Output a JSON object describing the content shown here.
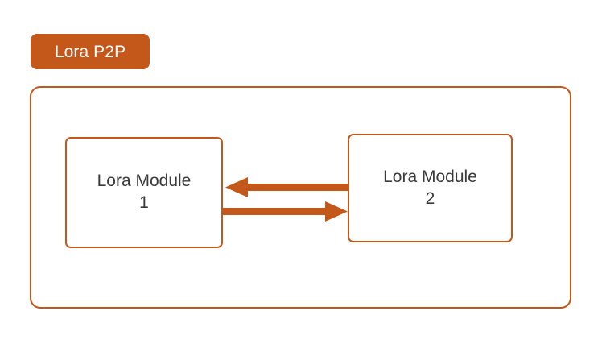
{
  "diagram": {
    "title": "Lora P2P",
    "type": "network-topology",
    "background_color": "#ffffff",
    "accent_color": "#c4571a",
    "text_color": "#3a3a3a",
    "badge_text_color": "#ffffff",
    "group": {
      "label": "Lora P2P",
      "border_color": "#c4571a",
      "fill": "transparent"
    },
    "nodes": [
      {
        "id": "module-1",
        "label_line1": "Lora Module",
        "label_line2": "1",
        "fill": "#ffffff",
        "border_color": "#c4571a"
      },
      {
        "id": "module-2",
        "label_line1": "Lora Module",
        "label_line2": "2",
        "fill": "#ffffff",
        "border_color": "#c4571a"
      }
    ],
    "connections": [
      {
        "id": "link-2-to-1",
        "from": "module-2",
        "to": "module-1",
        "direction": "left",
        "color": "#c4571a"
      },
      {
        "id": "link-1-to-2",
        "from": "module-1",
        "to": "module-2",
        "direction": "right",
        "color": "#c4571a"
      }
    ]
  }
}
